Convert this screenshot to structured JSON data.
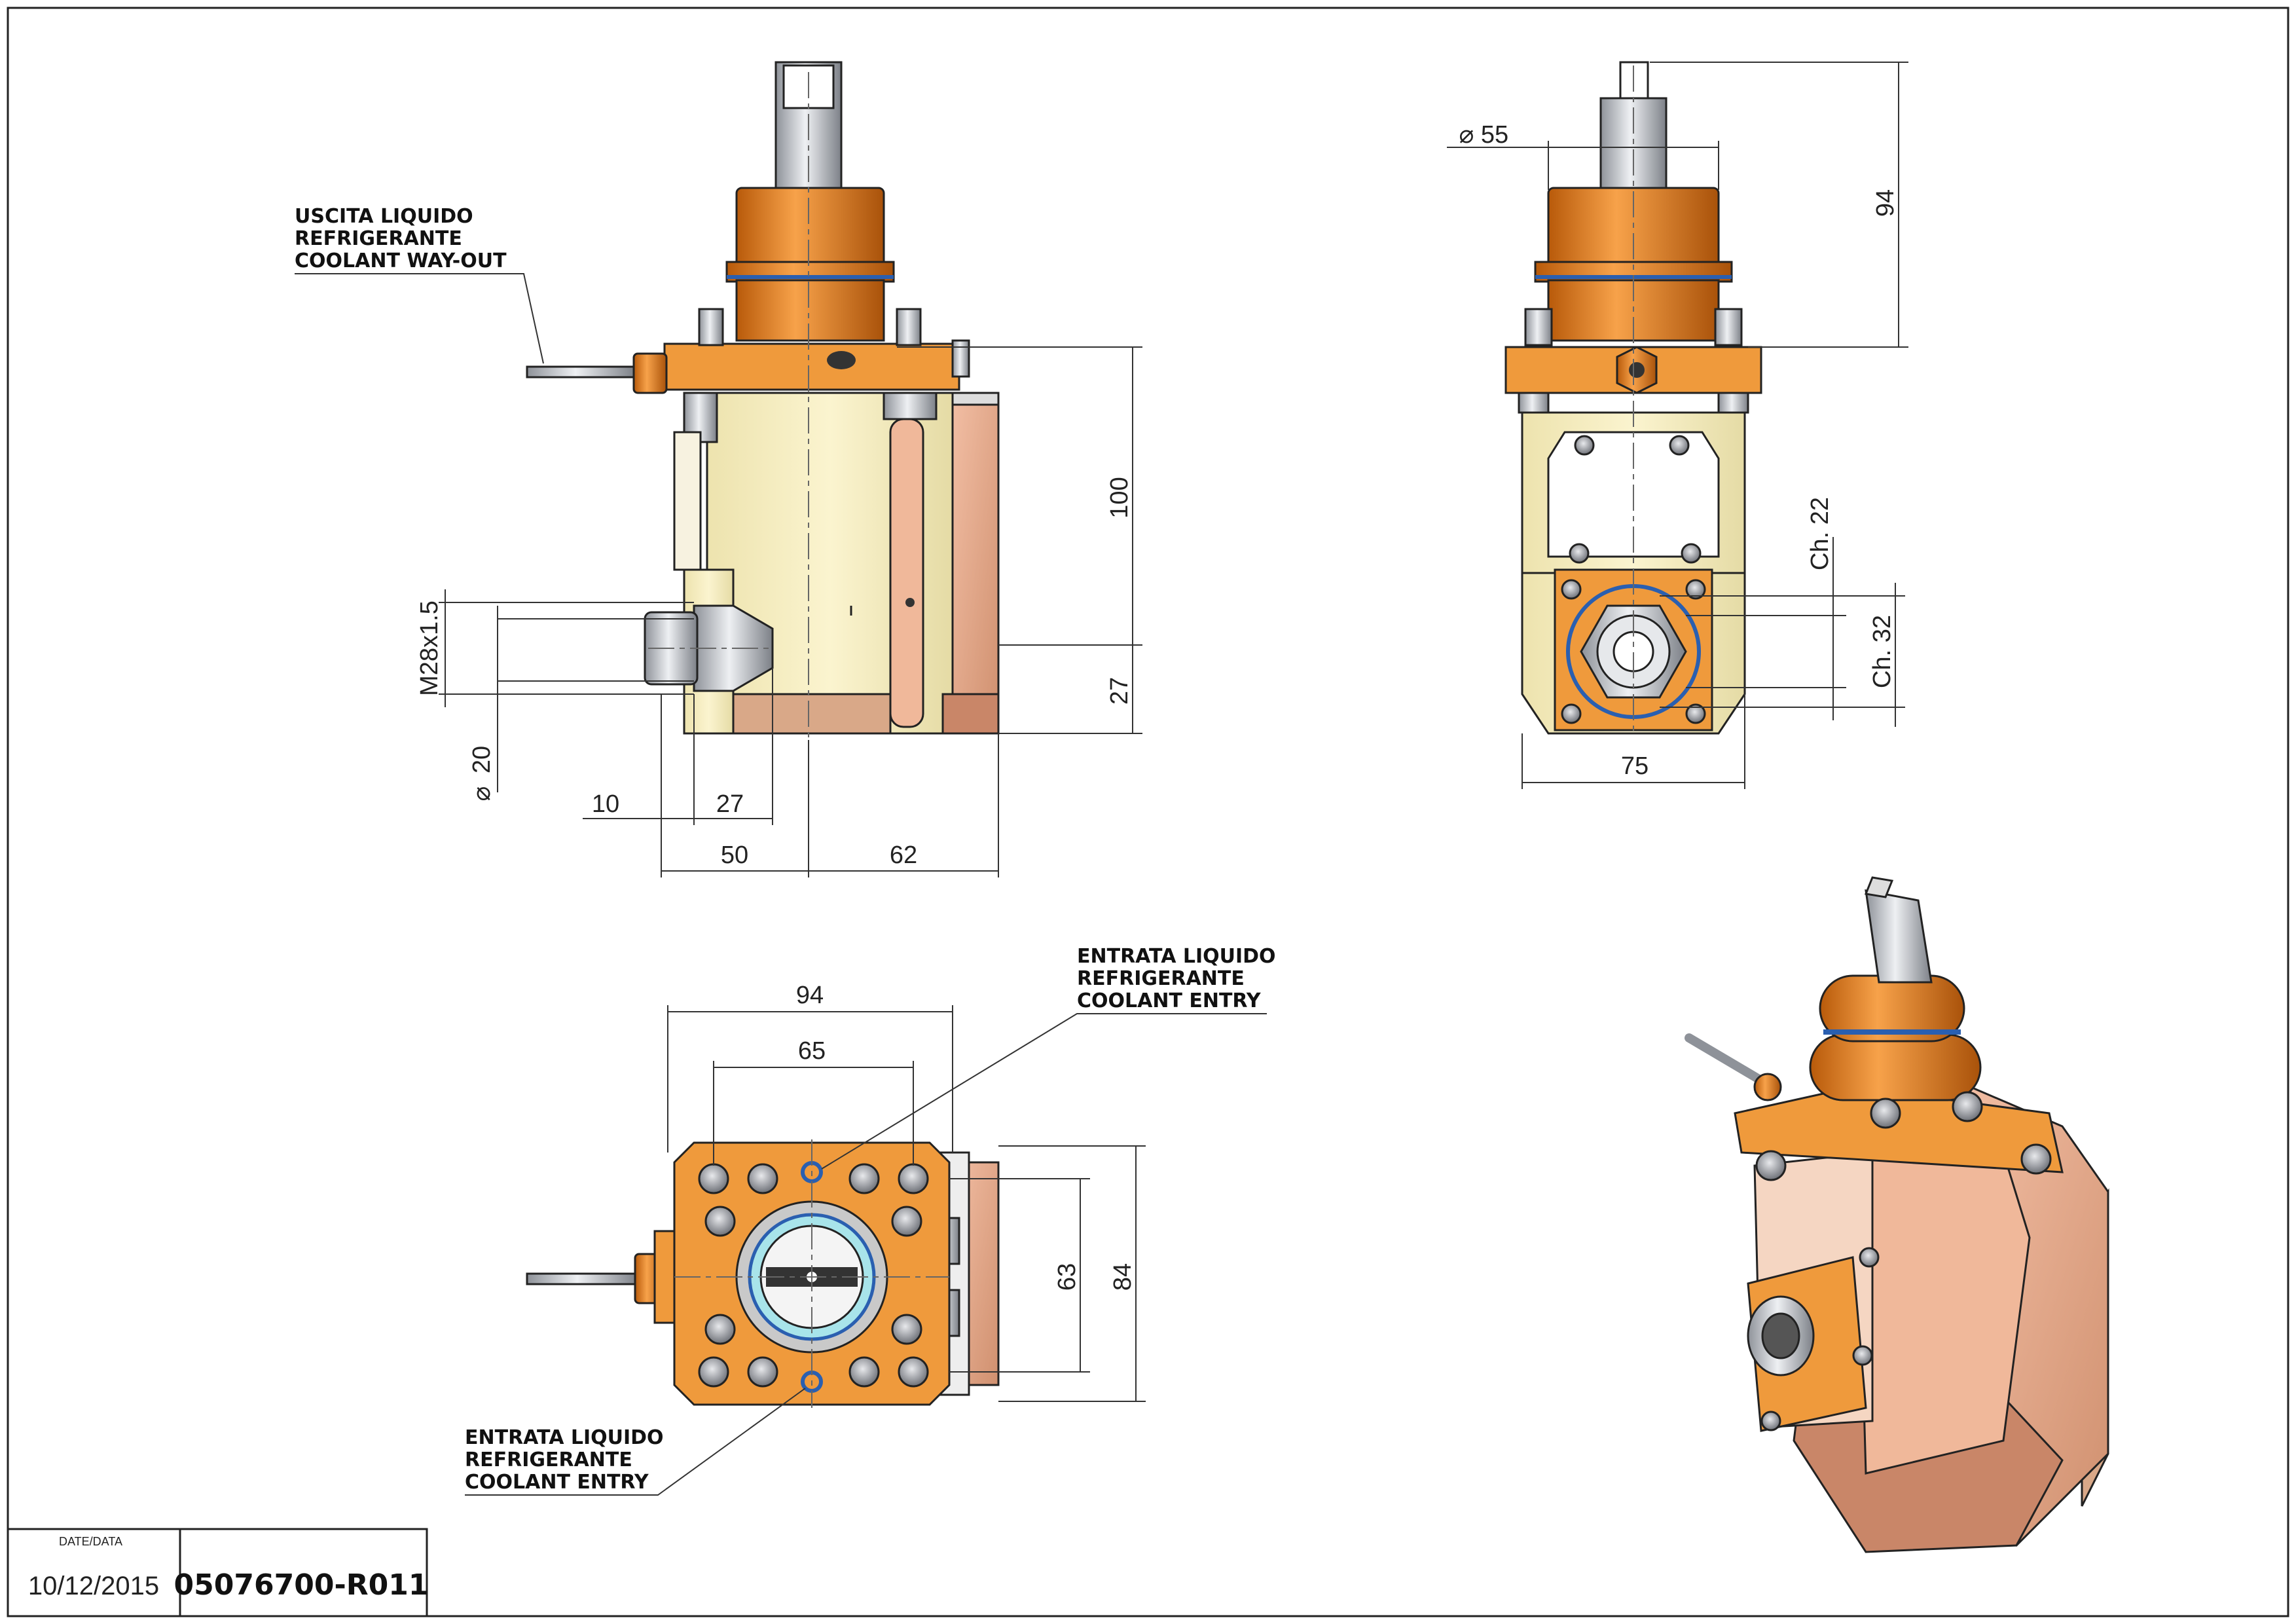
{
  "colors": {
    "orange": "#e8831f",
    "orange_dark": "#b85a0a",
    "cream": "#f8efc0",
    "cream_dark": "#d9cf9a",
    "salmon": "#e7a88a",
    "salmon_dark": "#c98668",
    "steel": "#b9bcc2",
    "ring_blue": "#2a5fb0",
    "coolant_cyan": "#a8e4ea"
  },
  "notes": {
    "coolant_out": [
      "USCITA LIQUIDO",
      "REFRIGERANTE",
      "COOLANT WAY-OUT"
    ],
    "coolant_in_top": [
      "ENTRATA LIQUIDO",
      "REFRIGERANTE",
      "COOLANT ENTRY"
    ],
    "coolant_in_bottom": [
      "ENTRATA LIQUIDO",
      "REFRIGERANTE",
      "COOLANT ENTRY"
    ]
  },
  "dims": {
    "d100": "100",
    "d27_right": "27",
    "m28": "M28x1.5",
    "dia20": "20",
    "d10": "10",
    "d27_bottom": "27",
    "d50": "50",
    "d62": "62",
    "dia55": "55",
    "d94_vert": "94",
    "ch22": "Ch. 22",
    "ch32": "Ch. 32",
    "d75": "75",
    "d94_horiz": "94",
    "d65": "65",
    "d63": "63",
    "d84": "84"
  },
  "title_block": {
    "date_label": "DATE/DATA",
    "date": "10/12/2015",
    "code": "05076700-R011"
  }
}
